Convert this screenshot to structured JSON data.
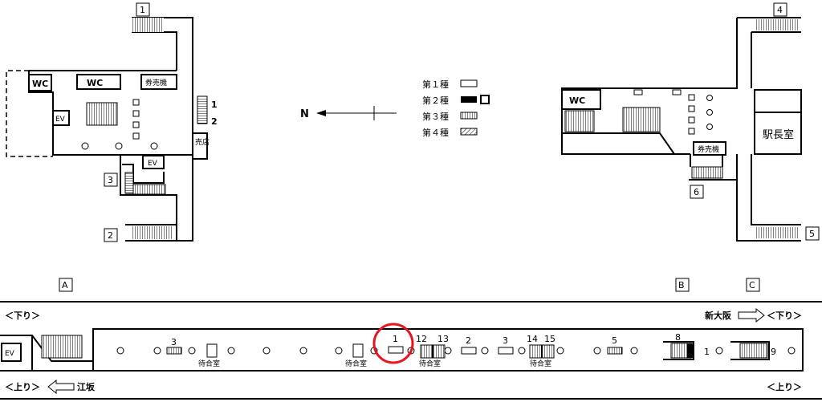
{
  "exits": {
    "e1": "1",
    "e2": "2",
    "e3": "3",
    "e4": "4",
    "e5": "5",
    "e6": "6"
  },
  "facilities": {
    "wc": "WC",
    "ticket": "券売機",
    "ev": "EV",
    "shop": "売店",
    "station_office": "駅長室",
    "waiting_room": "待合室"
  },
  "north": "N",
  "legend": {
    "type1": "第１種",
    "type2": "第２種",
    "type3": "第３種",
    "type4": "第４種"
  },
  "upper_stair_numbers": {
    "n1": "1",
    "n2": "2"
  },
  "platform": {
    "section_a": "A",
    "section_b": "B",
    "section_c": "C",
    "down_left": "＜下り＞",
    "up_left": "＜上り＞",
    "up_left_dest": "江坂",
    "down_right_dest": "新大阪",
    "down_right": "＜下り＞",
    "up_right": "＜上り＞",
    "door_numbers": {
      "d3": "3",
      "d1": "1",
      "d12": "12",
      "d13": "13",
      "d2": "2",
      "d3b": "3",
      "d14": "14",
      "d15": "15",
      "d5": "5",
      "d8": "8",
      "d1b": "1",
      "d9": "9"
    }
  },
  "highlight_color": "#e8141c"
}
